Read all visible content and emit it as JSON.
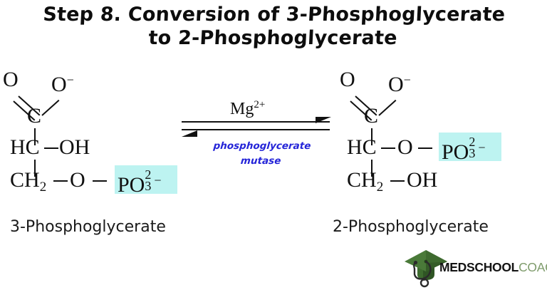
{
  "title": {
    "line1": "Step 8. Conversion of 3-Phosphoglycerate",
    "line2": "to 2-Phosphoglycerate"
  },
  "reaction": {
    "catalyst": "Mg",
    "catalyst_charge": "2+",
    "enzyme_line1": "phosphoglycerate",
    "enzyme_line2": "mutase",
    "arrow_type": "equilibrium-double-arrow"
  },
  "reactant": {
    "name": "3-Phosphoglycerate",
    "atoms": {
      "carbonyl_o": "O",
      "hydroxyl_o": "O",
      "hydroxyl_o_charge": "−",
      "c1": "C",
      "c2": "HC",
      "c2_group": "OH",
      "c3": "CH",
      "c3_sub": "2",
      "ester_o": "O",
      "phosphate": "PO",
      "phosphate_sub": "3",
      "phosphate_charge_num": "2",
      "phosphate_charge_sign": "−"
    }
  },
  "product": {
    "name": "2-Phosphoglycerate",
    "atoms": {
      "carbonyl_o": "O",
      "hydroxyl_o": "O",
      "hydroxyl_o_charge": "−",
      "c1": "C",
      "c2": "HC",
      "ester_o": "O",
      "phosphate": "PO",
      "phosphate_sub": "3",
      "phosphate_charge_num": "2",
      "phosphate_charge_sign": "−",
      "c3": "CH",
      "c3_sub": "2",
      "c3_group": "OH"
    }
  },
  "logo": {
    "word_bold": "MEDSCHOOL",
    "word_light": "COACH",
    "cap_color": "#3f6b32",
    "cap_color_light": "#5d8a47",
    "cap_color_dark": "#2c4d22",
    "wordmark_green": "#7f9c6c"
  },
  "colors": {
    "highlight": "#bdf3f1",
    "enzyme_blue": "#2424d8",
    "ink": "#111111",
    "background": "#ffffff"
  }
}
